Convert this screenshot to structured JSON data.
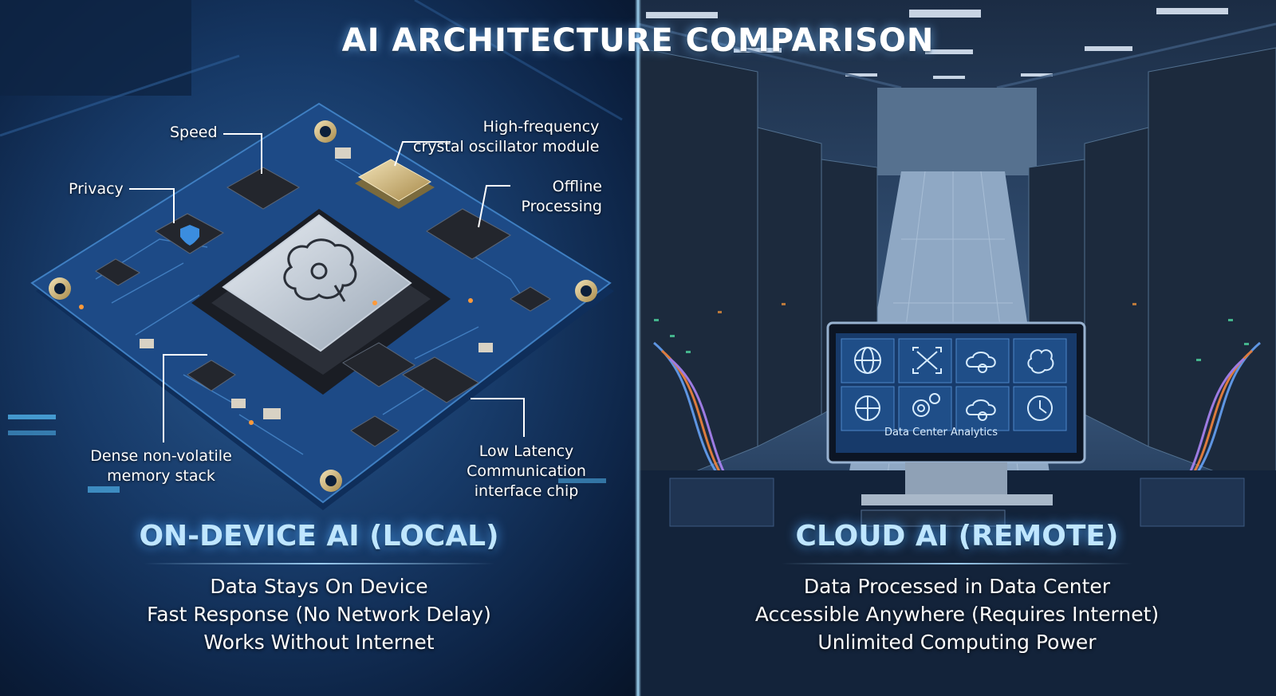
{
  "title": "AI ARCHITECTURE COMPARISON",
  "colors": {
    "accent_glow": "#8fd0ff",
    "heading": "#bfe6ff",
    "pcb": "#1d4a86",
    "background": "#0b1a33"
  },
  "local": {
    "heading": "ON-DEVICE AI (LOCAL)",
    "features": [
      "Data Stays On Device",
      "Fast Response (No Network Delay)",
      "Works Without Internet"
    ],
    "callouts": {
      "speed": "Speed",
      "privacy": "Privacy",
      "crystal": [
        "High-frequency",
        "crystal oscillator module"
      ],
      "offline": [
        "Offline",
        "Processing"
      ],
      "memory": [
        "Dense non-volatile",
        "memory stack"
      ],
      "latency": [
        "Low Latency",
        "Communication",
        "interface chip"
      ]
    },
    "chip_icon": "brain-gear-icon",
    "privacy_icon": "shield-lock-icon"
  },
  "cloud": {
    "heading": "CLOUD AI (REMOTE)",
    "features": [
      "Data Processed in Data Center",
      "Accessible Anywhere (Requires Internet)",
      "Unlimited Computing Power"
    ],
    "monitor_caption": "Data Center Analytics",
    "monitor_icons": [
      "globe-icon",
      "expand-icon",
      "cloud-gear-icon",
      "brain-icon",
      "network-globe-icon",
      "gears-icon",
      "cloud-gear-icon",
      "clock-icon"
    ]
  }
}
